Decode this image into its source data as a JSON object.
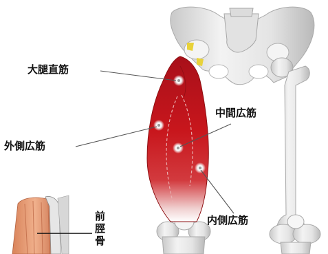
{
  "labels": {
    "rectus_femoris": "大腿直筋",
    "vastus_lateralis": "外側広筋",
    "vastus_intermedius": "中間広筋",
    "vastus_medialis": "内側広筋",
    "tibia": "前脛骨"
  },
  "colors": {
    "muscle": "#c8161c",
    "muscle_dark": "#8e0f12",
    "bone": "#ececec",
    "bone_shade": "#b4b4b4",
    "leader_line": "#555555",
    "inset_muscle": "#e09a73"
  }
}
